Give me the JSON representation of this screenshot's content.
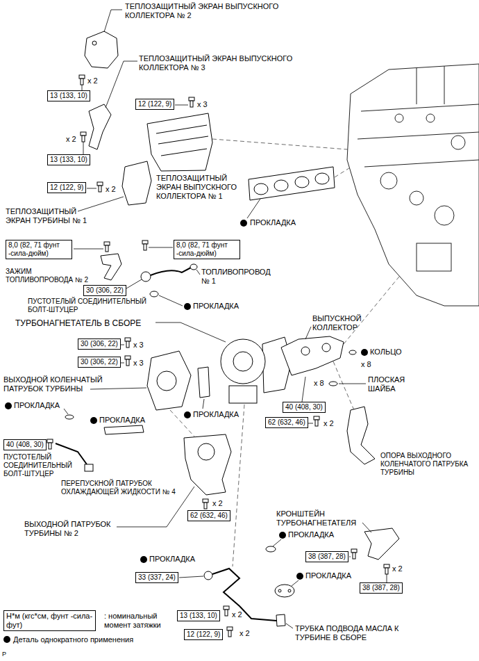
{
  "diagram": {
    "nodes": [
      {
        "text": [
          "13 (133, 10)"
        ]
      },
      {
        "text": [
          "12 (122, 9)"
        ]
      },
      {
        "text": [
          "13 (133, 10)"
        ]
      },
      {
        "text": [
          "12 (122, 9)"
        ]
      },
      {
        "text": [
          "8,0 (82, 71 фунт -сила-дюйм)"
        ]
      },
      {
        "text": [
          "8,0 (82, 71 фунт -сила-дюйм)"
        ]
      },
      {
        "text": [
          "30 (306, 22)"
        ]
      },
      {
        "text": [
          "30 (306, 22)"
        ]
      },
      {
        "text": [
          "30 (306, 22)"
        ]
      },
      {
        "text": [
          "40 (408, 30)"
        ]
      },
      {
        "text": [
          "62 (632, 46)"
        ]
      },
      {
        "text": [
          "40 (408, 30)"
        ]
      },
      {
        "text": [
          "62 (632, 46)"
        ]
      },
      {
        "text": [
          "38 (387, 28)"
        ]
      },
      {
        "text": [
          "33 (337, 24)"
        ]
      },
      {
        "text": [
          "38 (387, 28)"
        ]
      },
      {
        "text": [
          "Н*м (кгс*см, фунт -сила-фут)"
        ]
      },
      {
        "text": [
          "13 (133, 10)"
        ]
      },
      {
        "text": [
          "12 (122, 9)"
        ]
      }
    ],
    "labels": [
      "ТЕПЛОЗАЩИТНЫЙ ЭКРАН ВЫПУСКНОГО КОЛЛЕКТОРА № 2",
      "x 2",
      "ТЕПЛОЗАЩИТНЫЙ ЭКРАН ВЫПУСКНОГО КОЛЛЕКТОРА № 3",
      "x 3",
      "x 2",
      "ТЕПЛОЗАЩИТНЫЙ ЭКРАН ВЫПУСКНОГО КОЛЛЕКТОРА № 1",
      "x 2",
      "ТЕПЛОЗАЩИТНЫЙ ЭКРАН ТУРБИНЫ № 1",
      "ПРОКЛАДКА",
      "ЗАЖИМ ТОПЛИВОПРОВОДА № 2",
      "ТОПЛИВОПРОВОД № 1",
      "ПУСТОТЕЛЫЙ СОЕДИНИТЕЛЬНЫЙ БОЛТ-ШТУЦЕР",
      "ПРОКЛАДКА",
      "ТУРБОНАГНЕТАТЕЛЬ В СБОРЕ",
      "ВЫПУСКНОЙ КОЛЛЕКТОР",
      "x 3",
      "КОЛЬЦО",
      "x 3",
      "x 8",
      "x 8",
      "ПЛОСКАЯ ШАЙБА",
      "ВЫХОДНОЙ КОЛЕНЧАТЫЙ ПАТРУБОК ТУРБИНЫ",
      "ПРОКЛАДКА",
      "ПРОКЛАДКА",
      "ПРОКЛАДКА",
      "x 2",
      "ОПОРА ВЫХОДНОГО КОЛЕНЧАТОГО ПАТРУБКА ТУРБИНЫ",
      "ПУСТОТЕЛЫЙ СОЕДИНИТЕЛЬНЫЙ БОЛТ-ШТУЦЕР",
      "ПЕРЕПУСКНОЙ ПАТРУБОК ОХЛАЖДАЮЩЕЙ ЖИДКОСТИ № 4",
      "x 2",
      "ВЫХОДНОЙ ПАТРУБОК ТУРБИНЫ № 2",
      "КРОНШТЕЙН ТУРБОНАГНЕТАТЕЛЯ",
      "ПРОКЛАДКА",
      "ПРОКЛАДКА",
      "x 2",
      "ПРОКЛАДКА",
      ": номинальный момент затяжки",
      "x 2",
      "x 2",
      "ТРУБКА ПОДВОДА МАСЛА К ТУРБИНЕ В СБОРЕ",
      "P"
    ],
    "legend": [
      {
        "text": "Деталь однократного применения"
      }
    ]
  }
}
